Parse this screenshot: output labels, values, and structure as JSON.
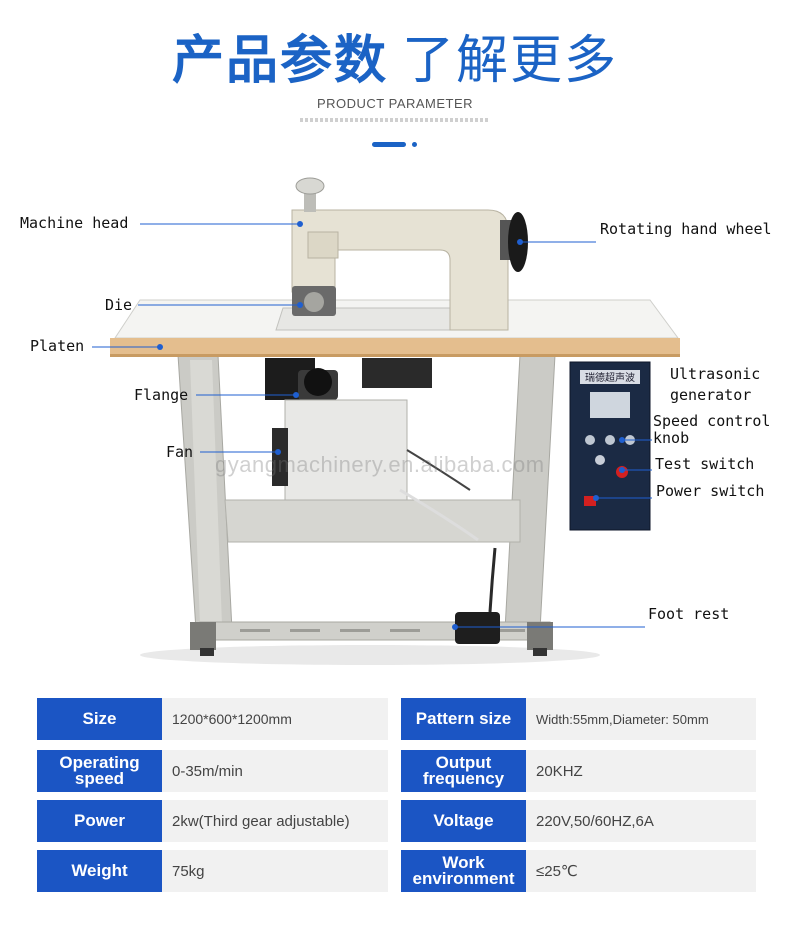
{
  "header": {
    "title_main": "产品参数",
    "title_sub": "了解更多",
    "subtitle": "PRODUCT PARAMETER"
  },
  "watermark": "gyangmachinery.en.alibaba.com",
  "generator_panel_text": "瑞德超声波",
  "labels": {
    "machine_head": "Machine head",
    "rotating_hand_wheel": "Rotating hand wheel",
    "die": "Die",
    "platen": "Platen",
    "ultrasonic_generator_1": "Ultrasonic",
    "ultrasonic_generator_2": "generator",
    "flange": "Flange",
    "speed_control_1": "Speed control",
    "speed_control_2": "knob",
    "fan": "Fan",
    "test_switch": "Test switch",
    "power_switch": "Power switch",
    "foot_rest": "Foot rest"
  },
  "specs": [
    {
      "key": "Size",
      "value": "1200*600*1200mm"
    },
    {
      "key": "Pattern size",
      "value": "Width:55mm,Diameter: 50mm"
    },
    {
      "key": "Operating speed",
      "value": "0-35m/min"
    },
    {
      "key": "Output frequency",
      "value": "20KHZ"
    },
    {
      "key": "Power",
      "value": "2kw(Third gear adjustable)"
    },
    {
      "key": "Voltage",
      "value": "220V,50/60HZ,6A"
    },
    {
      "key": "Weight",
      "value": "75kg"
    },
    {
      "key": "Work environment",
      "value": "≤25℃"
    }
  ],
  "colors": {
    "brand_blue": "#1b55c4",
    "title_blue": "#1b63c5",
    "value_bg": "#f1f1f1",
    "pointer_line": "#1f5fd0"
  }
}
